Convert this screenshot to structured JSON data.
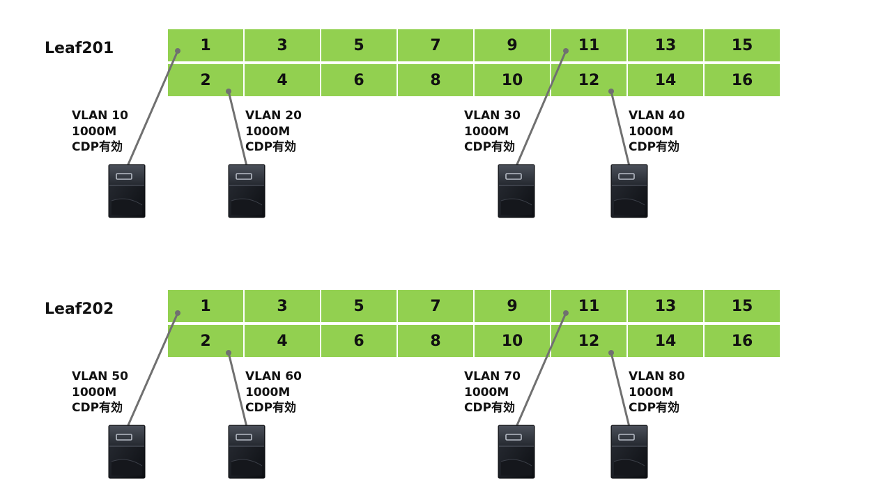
{
  "leaves": [
    {
      "name": "Leaf201",
      "top_row": [
        "1",
        "3",
        "5",
        "7",
        "9",
        "11",
        "13",
        "15"
      ],
      "bottom_row": [
        "2",
        "4",
        "6",
        "8",
        "10",
        "12",
        "14",
        "16"
      ],
      "hosts": [
        {
          "vlan": "VLAN 10",
          "speed": "1000M",
          "cdp": "CDP有効"
        },
        {
          "vlan": "VLAN 20",
          "speed": "1000M",
          "cdp": "CDP有効"
        },
        {
          "vlan": "VLAN 30",
          "speed": "1000M",
          "cdp": "CDP有効"
        },
        {
          "vlan": "VLAN 40",
          "speed": "1000M",
          "cdp": "CDP有効"
        }
      ]
    },
    {
      "name": "Leaf202",
      "top_row": [
        "1",
        "3",
        "5",
        "7",
        "9",
        "11",
        "13",
        "15"
      ],
      "bottom_row": [
        "2",
        "4",
        "6",
        "8",
        "10",
        "12",
        "14",
        "16"
      ],
      "hosts": [
        {
          "vlan": "VLAN 50",
          "speed": "1000M",
          "cdp": "CDP有効"
        },
        {
          "vlan": "VLAN 60",
          "speed": "1000M",
          "cdp": "CDP有効"
        },
        {
          "vlan": "VLAN 70",
          "speed": "1000M",
          "cdp": "CDP有効"
        },
        {
          "vlan": "VLAN 80",
          "speed": "1000M",
          "cdp": "CDP有効"
        }
      ]
    }
  ],
  "colors": {
    "port_fill": "#92d050",
    "link": "#707070",
    "server": "#1c1f26"
  },
  "icons": [
    "server-icon"
  ]
}
